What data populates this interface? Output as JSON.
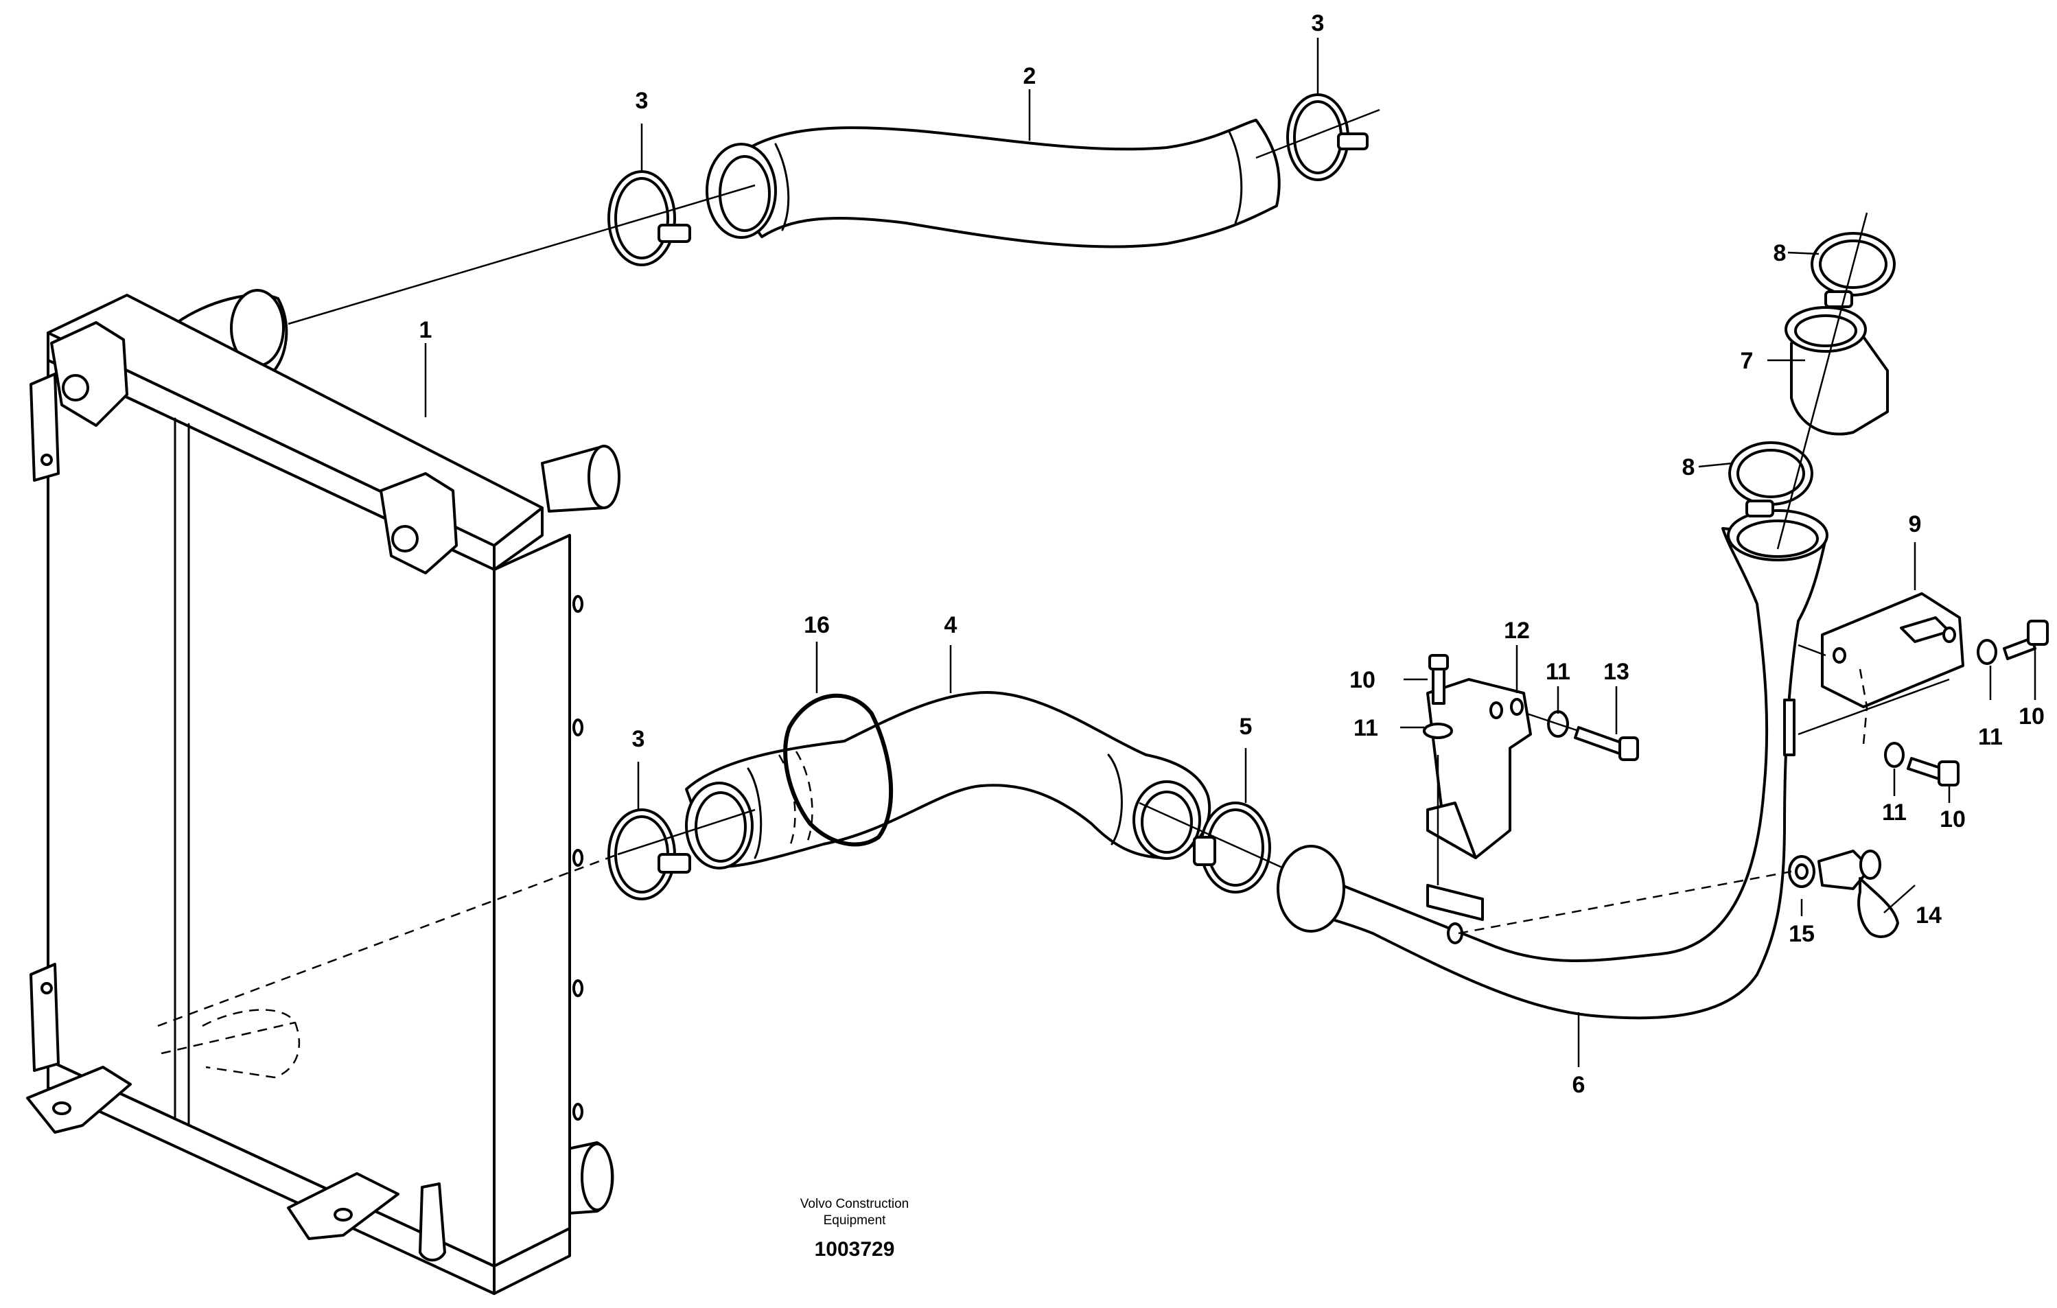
{
  "callouts": [
    {
      "id": "c1",
      "label": "1"
    },
    {
      "id": "c2",
      "label": "2"
    },
    {
      "id": "c3a",
      "label": "3"
    },
    {
      "id": "c3b",
      "label": "3"
    },
    {
      "id": "c3c",
      "label": "3"
    },
    {
      "id": "c4",
      "label": "4"
    },
    {
      "id": "c5",
      "label": "5"
    },
    {
      "id": "c6",
      "label": "6"
    },
    {
      "id": "c7",
      "label": "7"
    },
    {
      "id": "c8a",
      "label": "8"
    },
    {
      "id": "c8b",
      "label": "8"
    },
    {
      "id": "c9",
      "label": "9"
    },
    {
      "id": "c10a",
      "label": "10"
    },
    {
      "id": "c10b",
      "label": "10"
    },
    {
      "id": "c10c",
      "label": "10"
    },
    {
      "id": "c11a",
      "label": "11"
    },
    {
      "id": "c11b",
      "label": "11"
    },
    {
      "id": "c11c",
      "label": "11"
    },
    {
      "id": "c11d",
      "label": "11"
    },
    {
      "id": "c12",
      "label": "12"
    },
    {
      "id": "c13",
      "label": "13"
    },
    {
      "id": "c14",
      "label": "14"
    },
    {
      "id": "c15",
      "label": "15"
    },
    {
      "id": "c16",
      "label": "16"
    }
  ],
  "credit": {
    "line1": "Volvo Construction",
    "line2": "Equipment"
  },
  "document_number": "1003729"
}
